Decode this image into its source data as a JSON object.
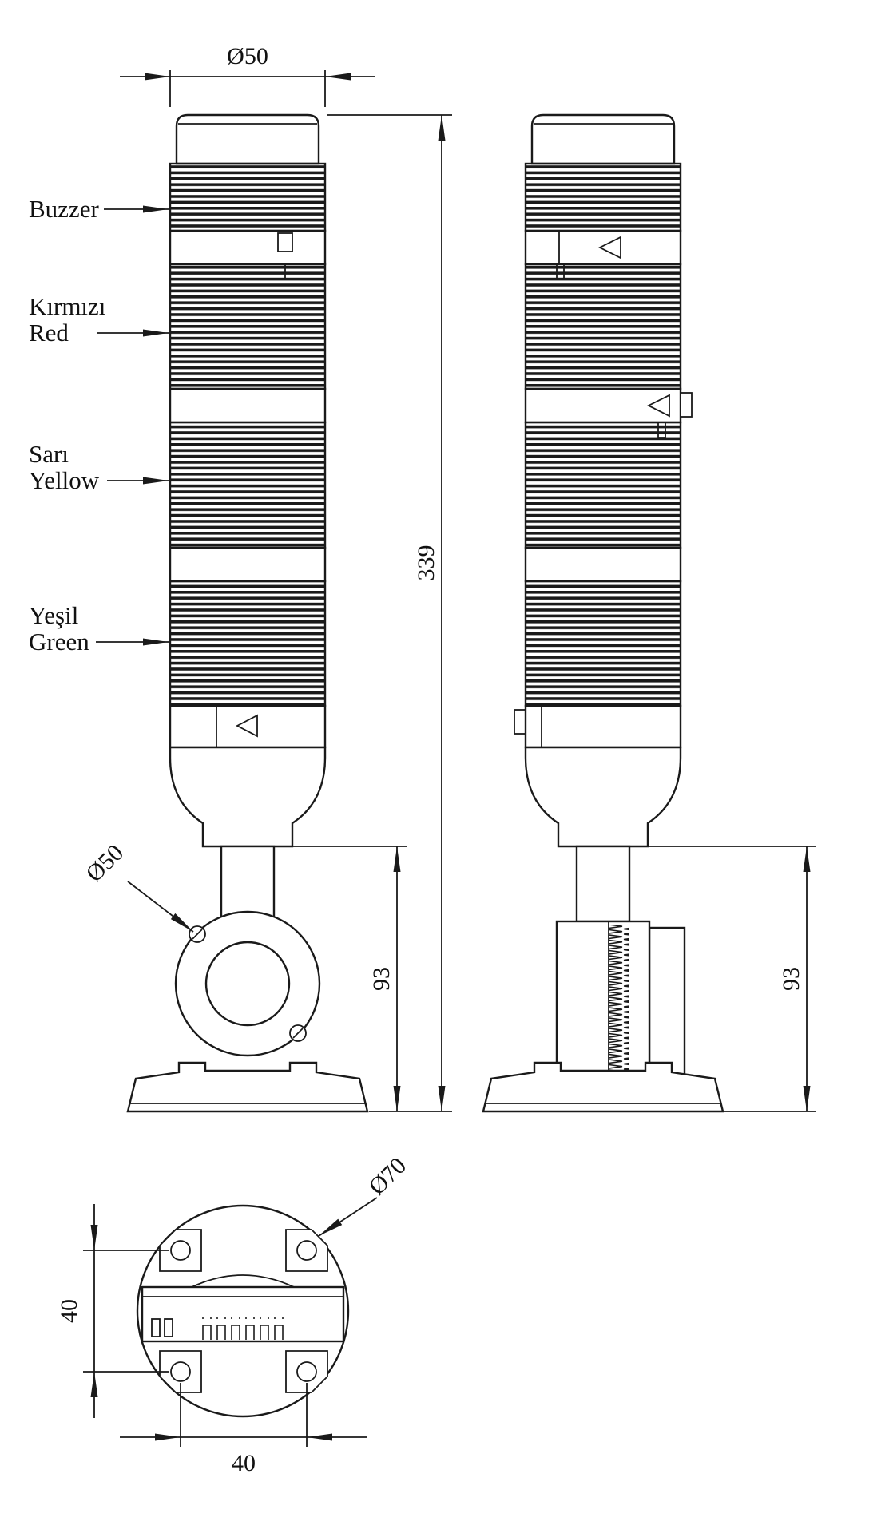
{
  "drawing": {
    "part_labels": {
      "buzzer": "Buzzer",
      "red_tr": "Kırmızı",
      "red_en": "Red",
      "yellow_tr": "Sarı",
      "yellow_en": "Yellow",
      "green_tr": "Yeşil",
      "green_en": "Green"
    },
    "dimensions": {
      "tower_diameter": "Ø50",
      "overall_height": "339",
      "front_mount_height": "93",
      "side_mount_height": "93",
      "pole_diameter": "Ø50",
      "base_diameter": "Ø70",
      "hole_spacing_vertical": "40",
      "hole_spacing_horizontal": "40"
    },
    "colors": {
      "line": "#1a1a1a",
      "background": "#ffffff"
    }
  }
}
